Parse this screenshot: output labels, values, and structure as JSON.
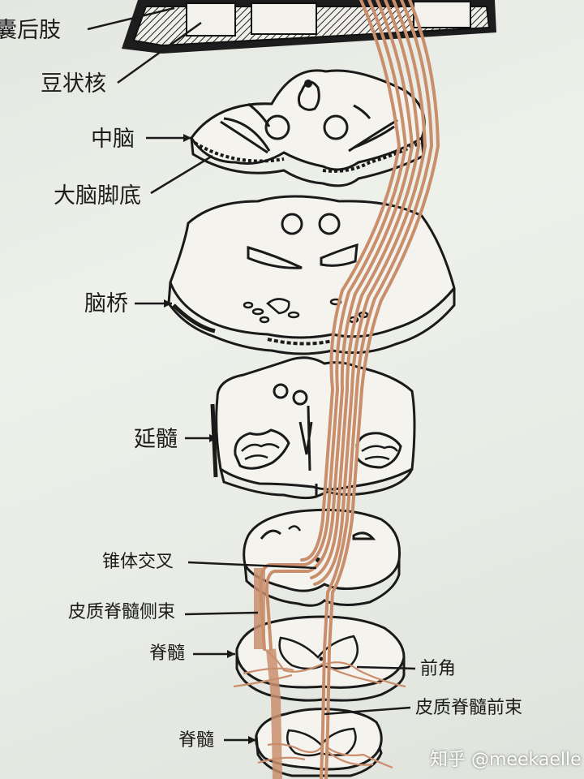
{
  "labels": {
    "internal_capsule_posterior_limb": "囊后肢",
    "lentiform_nucleus": "豆状核",
    "midbrain": "中脑",
    "cerebral_peduncle_base": "大脑脚底",
    "pons": "脑桥",
    "medulla": "延髓",
    "pyramidal_decussation": "锥体交叉",
    "lateral_corticospinal_tract": "皮质脊髓侧束",
    "spinal_cord_1": "脊髓",
    "anterior_horn": "前角",
    "anterior_corticospinal_tract": "皮质脊髓前束",
    "spinal_cord_2": "脊髓"
  },
  "watermark": "知乎 @meekaelle",
  "colors": {
    "tract": "#c98e6c",
    "outline": "#1a1a1a",
    "section_fill": "#f4f3ee"
  }
}
